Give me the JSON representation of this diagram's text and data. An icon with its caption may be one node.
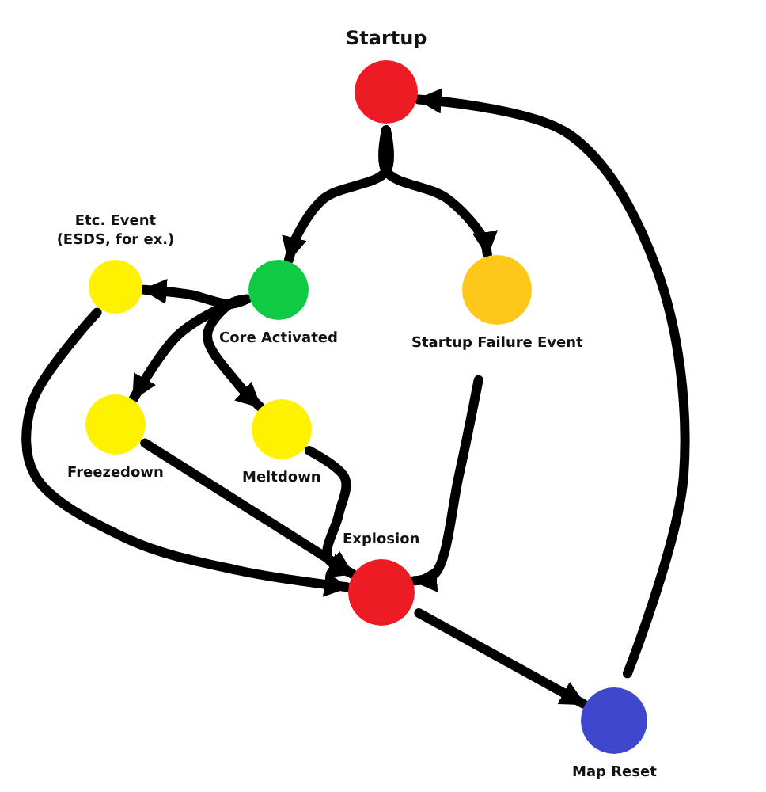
{
  "diagram": {
    "nodes": [
      {
        "text": [
          "Startup"
        ]
      },
      {
        "text": [
          "Etc. Event (ESDS, for ex.)"
        ]
      },
      {
        "text": [
          "Core Activated"
        ]
      },
      {
        "text": [
          "Startup Failure Event"
        ]
      },
      {
        "text": [
          "Freezedown"
        ]
      },
      {
        "text": [
          "Meltdown"
        ]
      },
      {
        "text": [
          "Explosion"
        ]
      },
      {
        "text": [
          "Map Reset"
        ]
      }
    ],
    "edges": [
      {
        "from": 0,
        "to": 2,
        "arrow": "to"
      },
      {
        "from": 0,
        "to": 3,
        "arrow": "to"
      },
      {
        "from": 2,
        "to": 1,
        "arrow": "to"
      },
      {
        "from": 2,
        "to": 4,
        "arrow": "to"
      },
      {
        "from": 2,
        "to": 5,
        "arrow": "to"
      },
      {
        "from": 1,
        "to": 6,
        "arrow": "to"
      },
      {
        "from": 4,
        "to": 6,
        "arrow": "to"
      },
      {
        "from": 5,
        "to": 6,
        "arrow": "to"
      },
      {
        "from": 3,
        "to": 6,
        "arrow": "to"
      },
      {
        "from": 6,
        "to": 7,
        "arrow": "to"
      },
      {
        "from": 7,
        "to": 0,
        "arrow": "to"
      }
    ]
  }
}
